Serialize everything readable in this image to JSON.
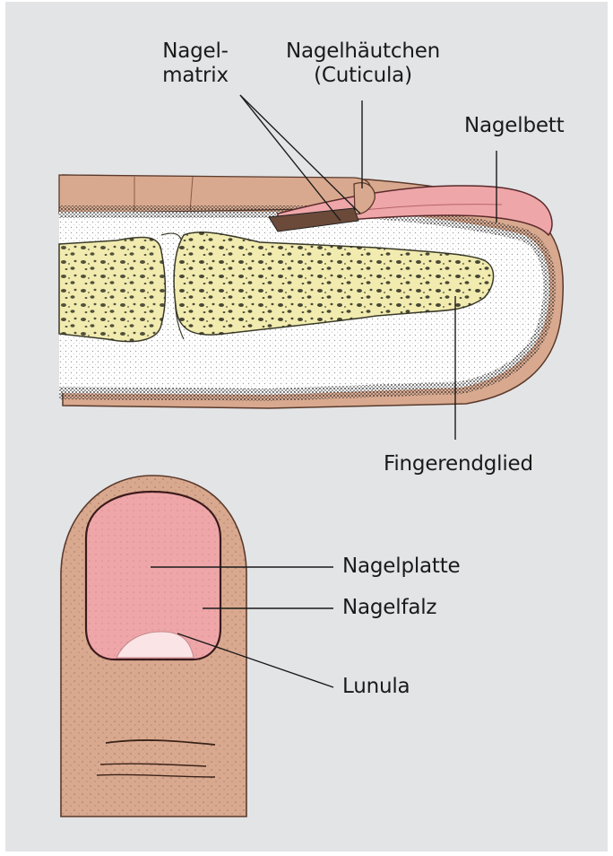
{
  "labels": {
    "nagelmatrix_line1": "Nagel-",
    "nagelmatrix_line2": "matrix",
    "nagelhaeutchen_line1": "Nagelhäutchen",
    "nagelhaeutchen_line2": "(Cuticula)",
    "nagelbett": "Nagelbett",
    "fingerendglied": "Fingerendglied",
    "nagelplatte": "Nagelplatte",
    "nagelfalz": "Nagelfalz",
    "lunula": "Lunula"
  },
  "colors": {
    "panel_background": "#e3e4e6",
    "skin": "#d9a98f",
    "skin_dark": "#b97f67",
    "bone": "#f1ebaf",
    "nail_pink": "#efa6a8",
    "lunula": "#fbe4e6",
    "line": "#1a1a1a"
  }
}
